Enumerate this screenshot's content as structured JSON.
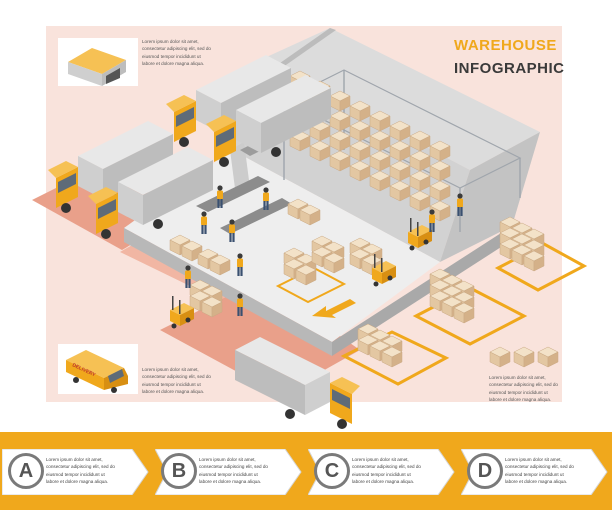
{
  "header": {
    "title_line1": "WAREHOUSE",
    "title_line2": "INFOGRAPHIC"
  },
  "captions": {
    "top_left": "Lorem ipsum dolor sit amet,\nconsectetur adipiscing elit, sed do\neiusmod tempor incididunt ut\nlabore et dolore magna aliqua.",
    "bottom_left": "Lorem ipsum dolor sit amet,\nconsectetur adipiscing elit, sed do\neiusmod tempor incididunt ut\nlabore et dolore magna aliqua.",
    "bottom_right": "Lorem ipsum dolor sit amet,\nconsectetur adipiscing elit, sed do\neiusmod tempor incididunt ut\nlabore et dolore magna aliqua."
  },
  "van_label": "DELIVERY",
  "steps": [
    {
      "letter": "A",
      "text": "Lorem ipsum dolor sit amet,\nconsectetur adipiscing elit, sed do\neiusmod tempor incididunt ut\nlabore et dolore magna aliqua."
    },
    {
      "letter": "B",
      "text": "Lorem ipsum dolor sit amet,\nconsectetur adipiscing elit, sed do\neiusmod tempor incididunt ut\nlabore et dolore magna aliqua."
    },
    {
      "letter": "C",
      "text": "Lorem ipsum dolor sit amet,\nconsectetur adipiscing elit, sed do\neiusmod tempor incididunt ut\nlabore et dolore magna aliqua."
    },
    {
      "letter": "D",
      "text": "Lorem ipsum dolor sit amet,\nconsectetur adipiscing elit, sed do\neiusmod tempor incididunt ut\nlabore et dolore magna aliqua."
    }
  ],
  "colors": {
    "accent": "#f0a81c",
    "background_panel": "#f9e3dc",
    "road": "#e9a08a",
    "wall": "#bfbfbf",
    "floor": "#eeeeee",
    "box": "#e9d2b5"
  },
  "icons": [
    "warehouse-icon",
    "delivery-van-icon",
    "truck-icon",
    "forklift-icon",
    "conveyor-icon",
    "box-icon",
    "worker-icon",
    "pallet-icon",
    "arrow-icon"
  ]
}
